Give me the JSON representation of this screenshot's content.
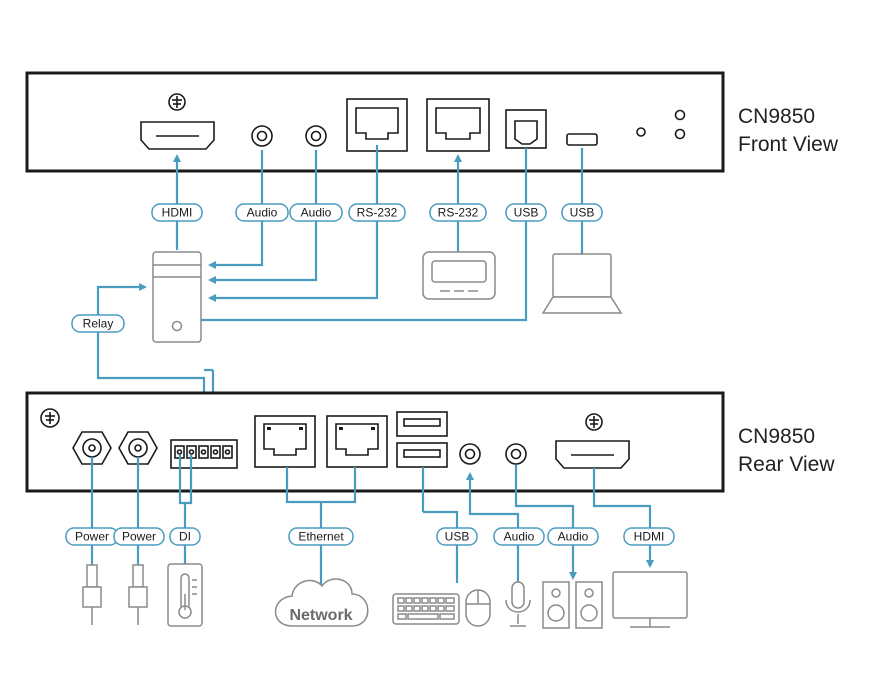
{
  "front": {
    "model": "CN9850",
    "view": "Front View"
  },
  "rear": {
    "model": "CN9850",
    "view": "Rear View"
  },
  "front_labels": {
    "hdmi": "HDMI",
    "audio1": "Audio",
    "audio2": "Audio",
    "rs232_1": "RS-232",
    "rs232_2": "RS-232",
    "usb1": "USB",
    "usb2": "USB"
  },
  "relay_label": "Relay",
  "rear_labels": {
    "power1": "Power",
    "power2": "Power",
    "di": "DI",
    "ethernet": "Ethernet",
    "usb": "USB",
    "audio1": "Audio",
    "audio2": "Audio",
    "hdmi": "HDMI"
  },
  "network_label": "Network",
  "colors": {
    "wire": "#4a9bc0",
    "device": "#8a8a8a",
    "panel": "#1a1a1a"
  }
}
